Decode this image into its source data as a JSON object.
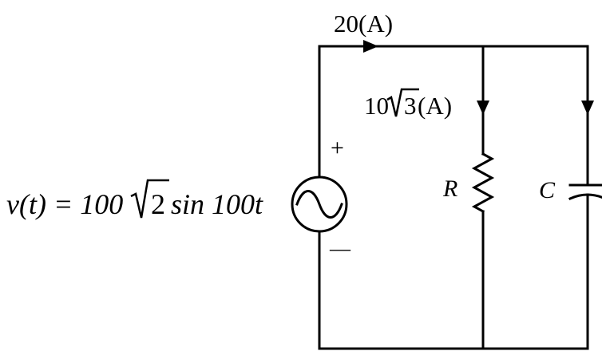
{
  "labels": {
    "total_current": "20(A)",
    "resistor_current_coef": "10",
    "resistor_current_radicand": "3",
    "resistor_current_unit": "(A)",
    "plus_sign": "+",
    "minus_sign": "—",
    "resistor": "R",
    "capacitor": "C",
    "source_lhs": "v(t) = 100",
    "source_radicand": "2",
    "source_rhs": " sin 100t"
  }
}
